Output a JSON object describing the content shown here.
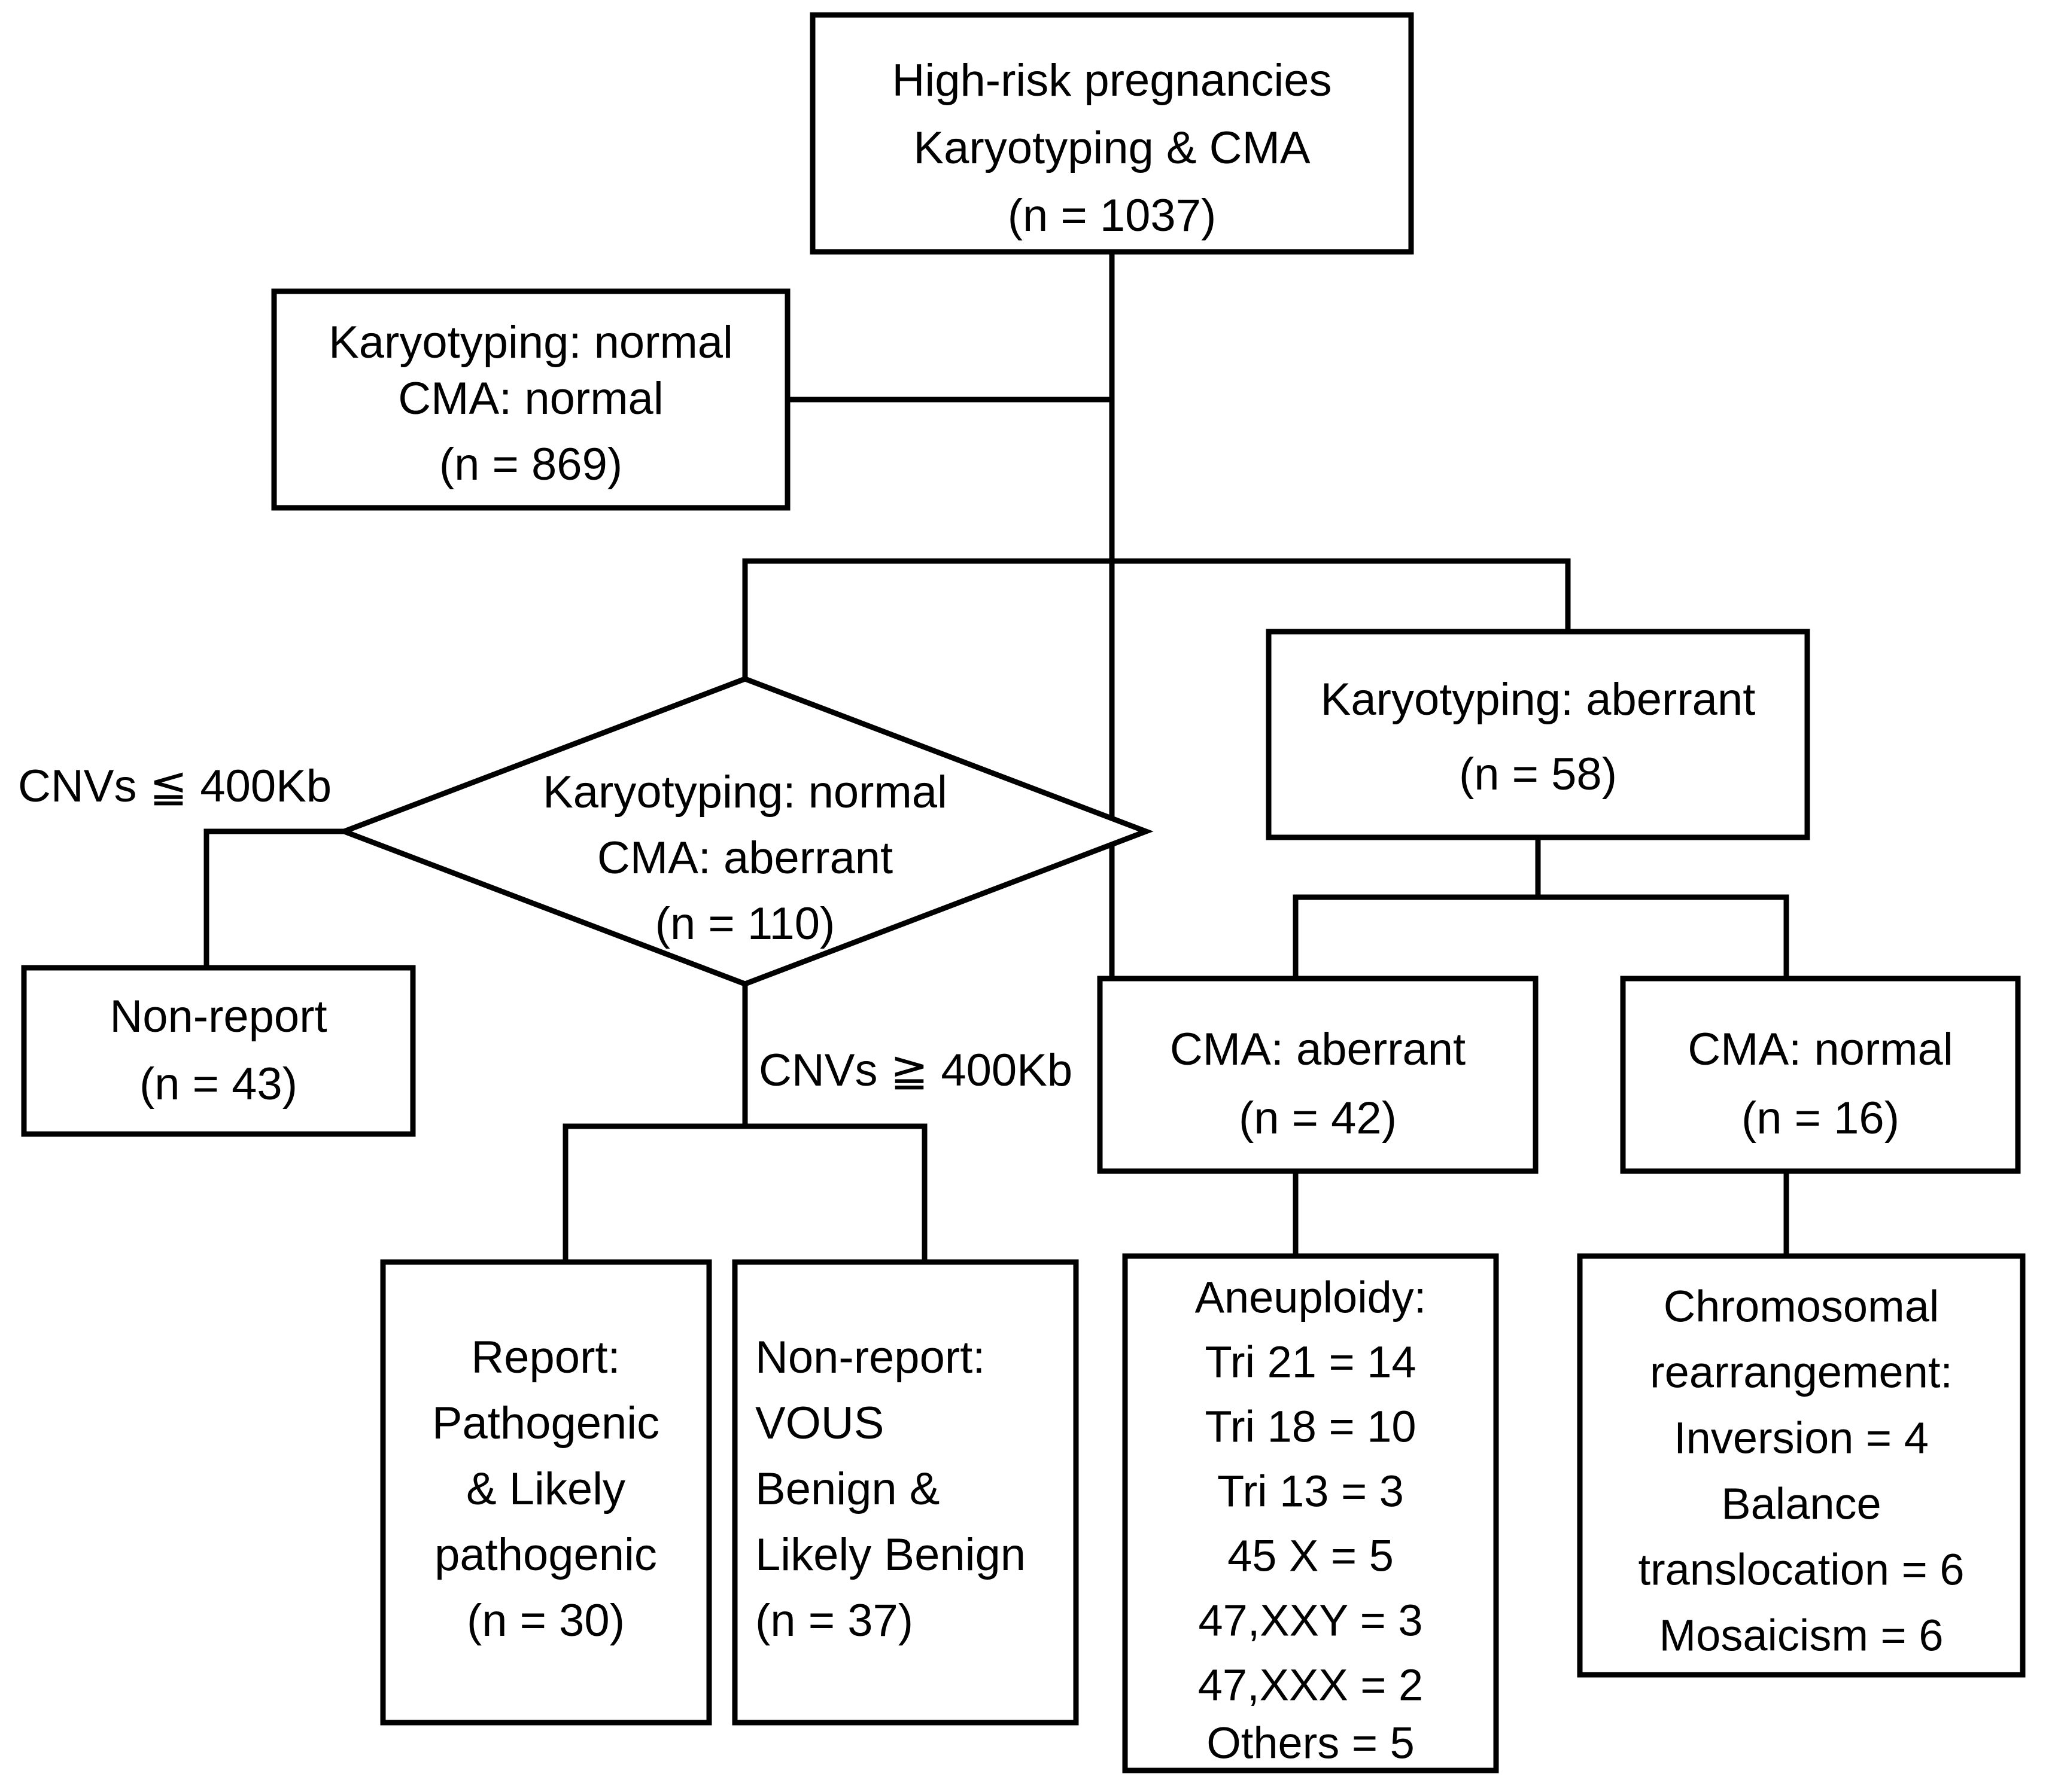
{
  "diagram": {
    "title": "Prenatal diagnosis flowchart: Karyotyping and CMA in high-risk pregnancies",
    "accent_color": "#000000",
    "background_color": "#ffffff"
  },
  "nodes": {
    "root": {
      "id": "high-risk-pregnancies",
      "shape": "rect",
      "lines": [
        "High-risk pregnancies",
        "Karyotyping & CMA",
        "(n = 1037)"
      ]
    },
    "both_normal": {
      "id": "karyotyping-normal-cma-normal",
      "shape": "rect",
      "lines": [
        "Karyotyping: normal",
        "CMA: normal",
        "(n = 869)"
      ]
    },
    "karyo_normal_cma_aberrant": {
      "id": "karyotyping-normal-cma-aberrant",
      "shape": "diamond",
      "lines": [
        "Karyotyping: normal",
        "CMA: aberrant",
        "(n = 110)"
      ]
    },
    "karyo_aberrant": {
      "id": "karyotyping-aberrant",
      "shape": "rect",
      "lines": [
        "Karyotyping: aberrant",
        "(n = 58)"
      ]
    },
    "non_report_small": {
      "id": "non-report-small-cnv",
      "shape": "rect",
      "lines": [
        "Non-report",
        "(n = 43)"
      ]
    },
    "report_pathogenic": {
      "id": "report-pathogenic",
      "shape": "rect",
      "lines": [
        "Report:",
        "Pathogenic",
        "& Likely",
        "pathogenic",
        "(n = 30)"
      ]
    },
    "non_report_vous": {
      "id": "non-report-vous",
      "shape": "rect",
      "lines": [
        "Non-report:",
        "VOUS",
        "Benign &",
        "Likely Benign",
        "(n = 37)"
      ]
    },
    "cma_aberrant": {
      "id": "cma-aberrant",
      "shape": "rect",
      "lines": [
        "CMA: aberrant",
        "(n = 42)"
      ]
    },
    "cma_normal": {
      "id": "cma-normal",
      "shape": "rect",
      "lines": [
        "CMA: normal",
        "(n = 16)"
      ]
    },
    "aneuploidy": {
      "id": "aneuploidy-breakdown",
      "shape": "rect",
      "lines": [
        "Aneuploidy:",
        "Tri 21 = 14",
        "Tri 18 = 10",
        "Tri 13 = 3",
        "45 X = 5",
        "47,XXY = 3",
        "47,XXX = 2",
        "Others = 5"
      ]
    },
    "chromosomal_rearrangement": {
      "id": "chromosomal-rearrangement-breakdown",
      "shape": "rect",
      "lines": [
        "Chromosomal",
        "rearrangement:",
        "Inversion = 4",
        "Balance",
        "translocation = 6",
        "Mosaicism = 6"
      ]
    }
  },
  "edge_labels": {
    "cnv_small": "CNVs ≦ 400Kb",
    "cnv_large": "CNVs ≧ 400Kb"
  },
  "chart_data": {
    "type": "diagram",
    "title": "Flow of high-risk pregnancies through Karyotyping & CMA testing",
    "total": 1037,
    "counts": {
      "total_high_risk_pregnancies": 1037,
      "karyotyping_normal_cma_normal": 869,
      "karyotyping_normal_cma_aberrant": 110,
      "karyotyping_aberrant": 58,
      "non_report_cnv_le_400kb": 43,
      "report_pathogenic_and_likely_pathogenic": 30,
      "non_report_vous_benign_and_likely_benign": 37,
      "karyotyping_aberrant_cma_aberrant": 42,
      "karyotyping_aberrant_cma_normal": 16,
      "aneuploidy": {
        "Tri 21": 14,
        "Tri 18": 10,
        "Tri 13": 3,
        "45 X": 5,
        "47,XXY": 3,
        "47,XXX": 2,
        "Others": 5
      },
      "chromosomal_rearrangement": {
        "Inversion": 4,
        "Balance translocation": 6,
        "Mosaicism": 6
      }
    },
    "edges": [
      {
        "from": "high-risk-pregnancies",
        "to": "karyotyping-normal-cma-normal",
        "label": ""
      },
      {
        "from": "high-risk-pregnancies",
        "to": "karyotyping-normal-cma-aberrant",
        "label": ""
      },
      {
        "from": "high-risk-pregnancies",
        "to": "karyotyping-aberrant",
        "label": ""
      },
      {
        "from": "karyotyping-normal-cma-aberrant",
        "to": "non-report-small-cnv",
        "label": "CNVs ≦ 400Kb"
      },
      {
        "from": "karyotyping-normal-cma-aberrant",
        "to": "report-pathogenic",
        "label": "CNVs ≧ 400Kb"
      },
      {
        "from": "karyotyping-normal-cma-aberrant",
        "to": "non-report-vous",
        "label": "CNVs ≧ 400Kb"
      },
      {
        "from": "karyotyping-aberrant",
        "to": "cma-aberrant",
        "label": ""
      },
      {
        "from": "karyotyping-aberrant",
        "to": "cma-normal",
        "label": ""
      },
      {
        "from": "cma-aberrant",
        "to": "aneuploidy-breakdown",
        "label": ""
      },
      {
        "from": "cma-normal",
        "to": "chromosomal-rearrangement-breakdown",
        "label": ""
      }
    ]
  }
}
